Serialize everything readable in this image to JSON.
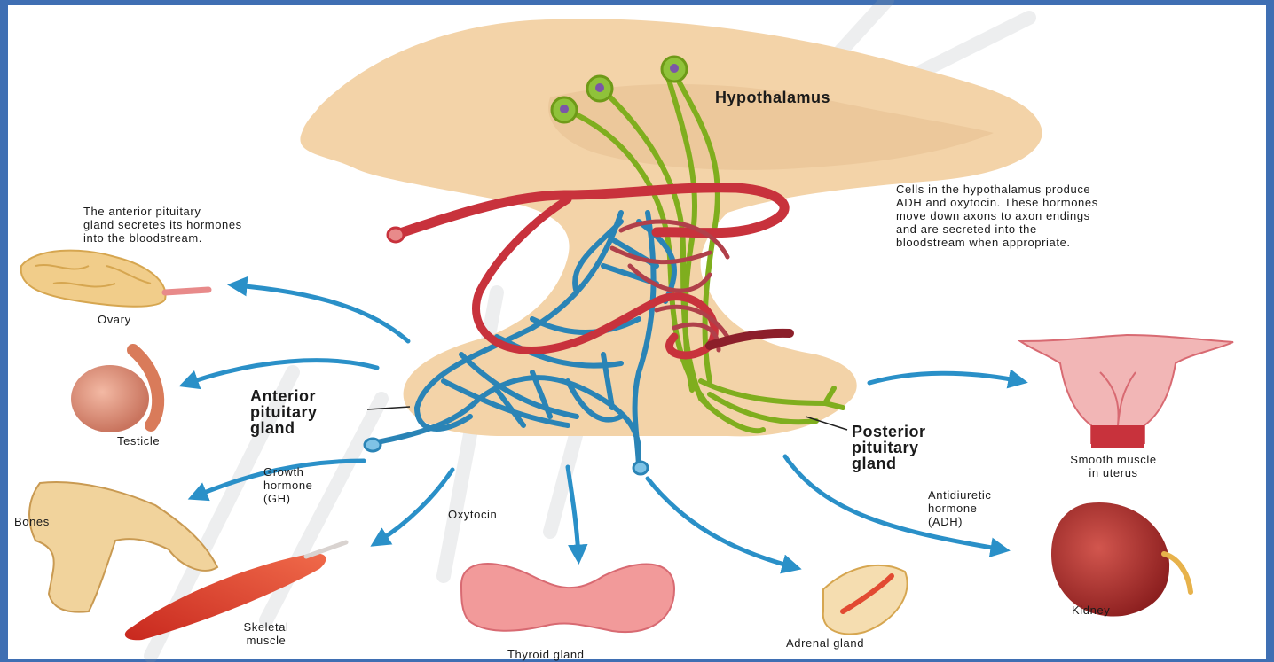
{
  "title": "Hypothalamus",
  "labels": {
    "anterior_note": "The anterior pituitary\ngland secretes its hormones\ninto the bloodstream.",
    "posterior_note": "Cells in the hypothalamus produce\nADH and oxytocin. These hormones\nmove down axons to axon endings\nand are secreted into the\nbloodstream when appropriate.",
    "anterior_gland": "Anterior\npituitary\ngland",
    "posterior_gland": "Posterior\npituitary\ngland",
    "growth_hormone": "Growth\nhormone\n(GH)",
    "oxytocin": "Oxytocin",
    "adh": "Antidiuretic\nhormone\n(ADH)"
  },
  "targets": {
    "ovary": "Ovary",
    "testicle": "Testicle",
    "bones": "Bones",
    "skeletal_muscle": "Skeletal\nmuscle",
    "thyroid": "Thyroid gland",
    "adrenal": "Adrenal gland",
    "uterus": "Smooth muscle\nin uterus",
    "kidney": "Kidney"
  },
  "colors": {
    "frame": "#3f6fb3",
    "brain_tissue": "#f3d3a8",
    "artery": "#c8323c",
    "vein": "#2a84b6",
    "axon": "#7fae1e",
    "arrow": "#2a90c8"
  }
}
